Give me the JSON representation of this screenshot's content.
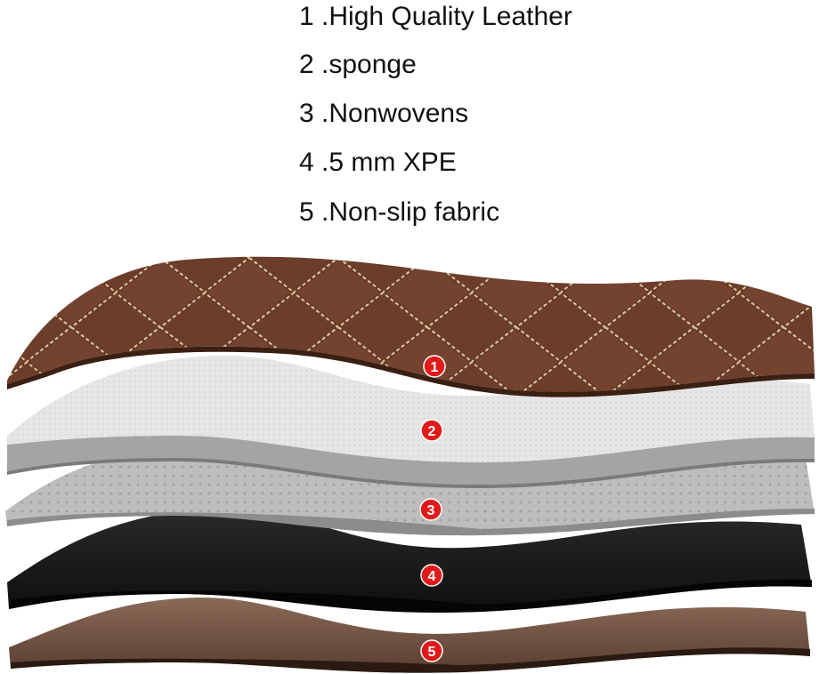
{
  "legend": [
    {
      "number": "1",
      "label": ".High Quality Leather"
    },
    {
      "number": "2",
      "label": ".sponge"
    },
    {
      "number": "3",
      "label": ".Nonwovens"
    },
    {
      "number": "4",
      "label": ".5 mm XPE"
    },
    {
      "number": "5",
      "label": ".Non-slip fabric"
    }
  ],
  "badges": [
    "1",
    "2",
    "3",
    "4",
    "5"
  ],
  "colors": {
    "leather": "#6b3d2a",
    "leather_dark": "#4a2818",
    "stitch": "#d8c49a",
    "sponge": "#e4e4e4",
    "sponge_edge": "#9a9a9a",
    "nonwoven": "#bdbdbd",
    "xpe": "#1a1a1a",
    "fabric": "#7a5a48",
    "badge": "#e01a1a"
  }
}
